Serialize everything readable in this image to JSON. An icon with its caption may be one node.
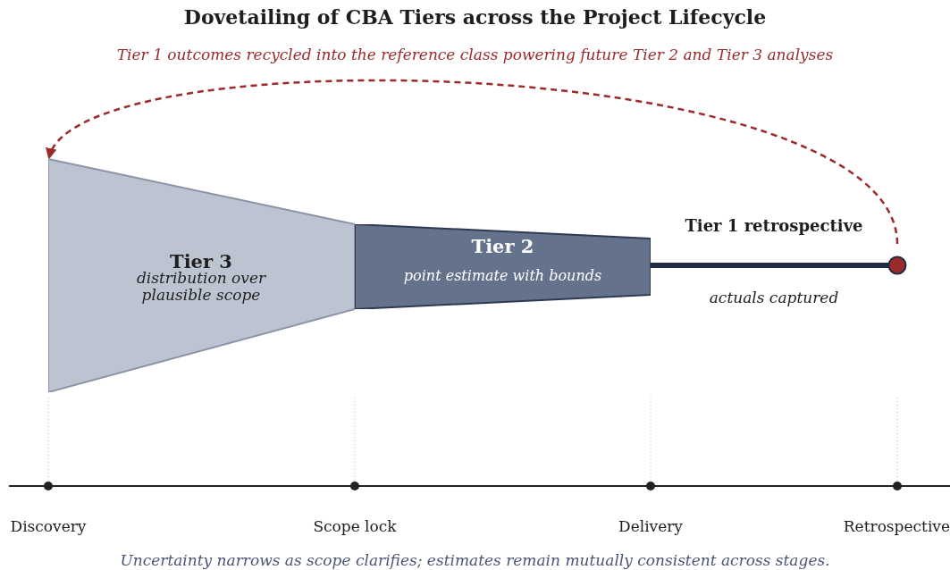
{
  "diagram": {
    "title": "Dovetailing of CBA Tiers across the Project Lifecycle",
    "caption": "Uncertainty narrows as scope clarifies; estimates remain mutually consistent across stages.",
    "nodes": [
      {
        "text": [
          "Tier 3",
          "distribution over plausible scope"
        ]
      },
      {
        "text": [
          "Tier 2",
          "point estimate with bounds"
        ]
      },
      {
        "text": [
          "Tier 1 retrospective",
          "actuals captured"
        ]
      }
    ],
    "edges": [
      {
        "from": 2,
        "to": 0,
        "arrow": "to",
        "style": "dashed",
        "color": "#9b2a2a",
        "label": "Tier 1 outcomes recycled into the reference class powering future Tier 2 and Tier 3 analyses"
      }
    ],
    "labels": [
      "Discovery",
      "Scope lock",
      "Delivery",
      "Retrospective"
    ]
  }
}
